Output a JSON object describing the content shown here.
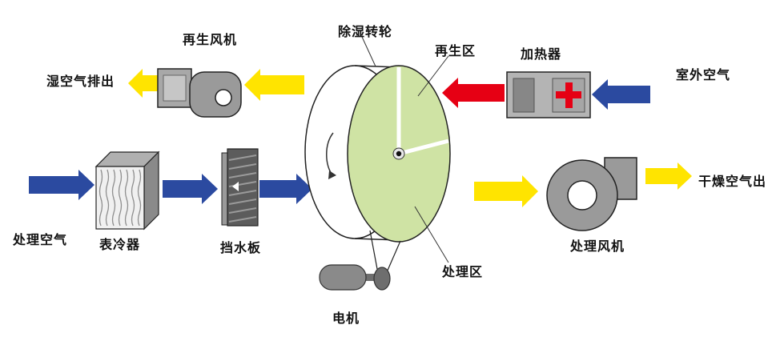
{
  "diagram": {
    "labels": {
      "regen_fan": "再生风机",
      "humid_air_out": "湿空气排出",
      "wheel": "除湿转轮",
      "regen_zone": "再生区",
      "heater": "加热器",
      "outdoor_air": "室外空气",
      "process_air": "处理空气",
      "cooler": "表冷器",
      "baffle": "挡水板",
      "process_zone": "处理区",
      "motor": "电机",
      "process_fan": "处理风机",
      "dry_air_out": "干燥空气出"
    },
    "colors": {
      "process_air_arrow": "#2b4aa0",
      "hot_air_arrow": "#e60014",
      "exhaust_arrow": "#ffe400",
      "wheel_face": "#cfe3a4",
      "wheel_side": "#ffffff",
      "equipment": "#9a9a9a",
      "heater_plus": "#e60014"
    }
  }
}
